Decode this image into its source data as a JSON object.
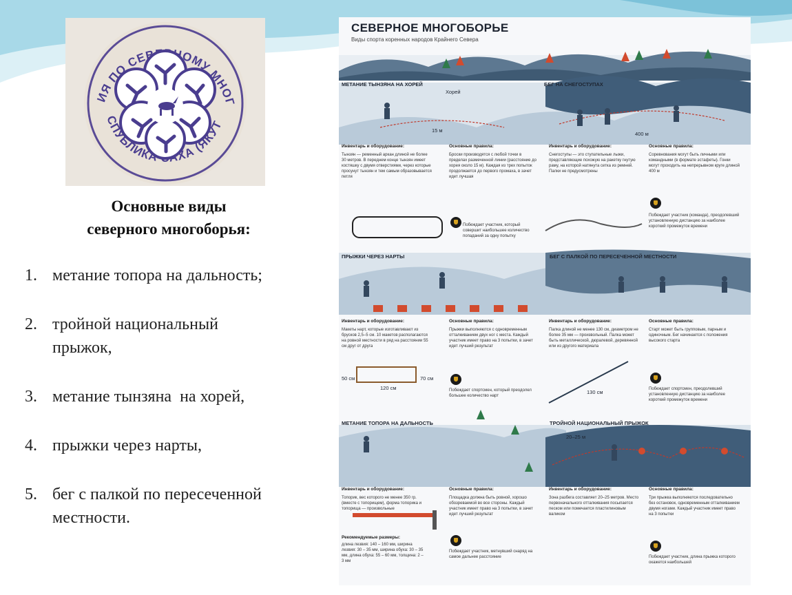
{
  "slide": {
    "heading_line1": "Основные виды",
    "heading_line2": "северного многоборья:",
    "sports": [
      {
        "num": "1.",
        "text": "метание топора на дальность;"
      },
      {
        "num": "2.",
        "text": "тройной национальный прыжок,"
      },
      {
        "num": "3.",
        "text": "метание тынзяна  на хорей,"
      },
      {
        "num": "4.",
        "text": "прыжки через нарты,"
      },
      {
        "num": "5.",
        "text": "бег с палкой по пересеченной местности."
      }
    ]
  },
  "logo": {
    "top_text": "ФЕДЕРАЦИЯ ПО СЕВЕРНОМУ МНОГОБОРЬЮ",
    "bottom_text": "РЕСПУБЛИКА САХА (ЯКУТИЯ)",
    "color": "#4a3d8f"
  },
  "poster": {
    "title": "СЕВЕРНОЕ МНОГОБОРЬЕ",
    "subtitle": "Виды спорта коренных народов Крайнего Севера",
    "sections": {
      "tynzyan": {
        "title": "МЕТАНИЕ ТЫНЗЯНА НА ХОРЕЙ",
        "label_horey": "Хорей",
        "label_dist": "15 м",
        "inv_h": "Инвентарь и оборудование:",
        "inv_t": "Тынзян — ременный аркан длиной не более 30 метров. В переднем конце тынзян имеет костяшку с двумя отверстиями, через которые просунут тынзян и тем самым образовывается петля",
        "rules_h": "Основные правила:",
        "rules_t": "Броски производятся с любой точки в пределах размеченной линии (расстояние до хорея около 15 м). Каждая из трех попыток продолжается до первого промаха, в зачет идет лучшая",
        "win_t": "Побеждает участник, который совершит наибольшее количество попаданий за одну попытку"
      },
      "snowshoes": {
        "title": "БЕГ НА СНЕГОСТУПАХ",
        "label_dist": "400 м",
        "inv_h": "Инвентарь и оборудование:",
        "inv_t": "Снегоступы — это ступательные лыжи, представляющие похожую на ракетку гнутую раму, на которой натянута сетка из ремней. Палки не предусмотрены",
        "rules_h": "Основные правила:",
        "rules_t": "Соревнования могут быть личными или командными (в формате эстафеты). Гонки могут проходить на непрерывном круге длиной 400 м",
        "win_t": "Побеждает участник (команда), преодолевший установленную дистанцию за наиболее короткий промежуток времени"
      },
      "narty": {
        "title": "ПРЫЖКИ ЧЕРЕЗ НАРТЫ",
        "label_w": "50 см",
        "label_h": "70 см",
        "label_l": "120 см",
        "inv_h": "Инвентарь и оборудование:",
        "inv_t": "Макеты нарт, которые изготавливают из брусков 2,5–5 см. 10 макетов располагаются на ровной местности в ряд на расстоянии 55 см друг от друга",
        "rules_h": "Основные правила:",
        "rules_t": "Прыжки выполняются с одновременным отталкиванием двух ног с места. Каждый участник имеет право на 3 попытки, в зачет идет лучший результат",
        "win_t": "Побеждает спортсмен, который преодолел большее количество нарт"
      },
      "stick": {
        "title": "БЕГ С ПАЛКОЙ ПО ПЕРЕСЕЧЕННОЙ МЕСТНОСТИ",
        "label_len": "130 см",
        "inv_h": "Инвентарь и оборудование:",
        "inv_t": "Палка длиной не менее 130 см, диаметром не более 35 мм — произвольный. Палка может быть металлической, дюралевой, деревянной или из другого материала",
        "rules_h": "Основные правила:",
        "rules_t": "Старт может быть групповым, парным и одиночным. Бег начинается с положения высокого старта",
        "win_t": "Побеждает спортсмен, преодолевший установленную дистанцию за наиболее короткий промежуток времени"
      },
      "axe": {
        "title": "МЕТАНИЕ ТОПОРА НА ДАЛЬНОСТЬ",
        "inv_h": "Инвентарь и оборудование:",
        "inv_t": "Топорик, вес которого не менее 350 гр. (вместе с топорищем), форма топорика и топорища — произвольные",
        "rules_h": "Основные правила:",
        "rules_t": "Площадка должна быть ровной, хорошо обозреваемой во все стороны. Каждый участник имеет право на 3 попытки, в зачет идет лучший результат",
        "sizes_h": "Рекомендуемые размеры:",
        "sizes_t": "длина лезвия: 140 – 160 мм, ширина лезвия: 30 – 35 мм, ширина обуха: 30 – 35 мм, длина обуха: 55 – 60 мм, толщина: 2 – 3 мм",
        "win_t": "Побеждает участник, метнувший снаряд на самое дальнее расстояние"
      },
      "triple": {
        "title": "ТРОЙНОЙ НАЦИОНАЛЬНЫЙ ПРЫЖОК",
        "label_dist": "20–25 м",
        "inv_h": "Инвентарь и оборудование:",
        "inv_t": "Зона разбега составляет 20–25 метров. Место первоначального отталкивания посыпается песком или помечается пластилиновым валиком",
        "rules_h": "Основные правила:",
        "rules_t": "Три прыжка выполняются последовательно без остановок, одновременным отталкиванием двумя ногами. Каждый участник имеет право на 3 попытки",
        "win_t": "Побеждает участник, длина прыжка которого окажется наибольшей"
      }
    }
  }
}
